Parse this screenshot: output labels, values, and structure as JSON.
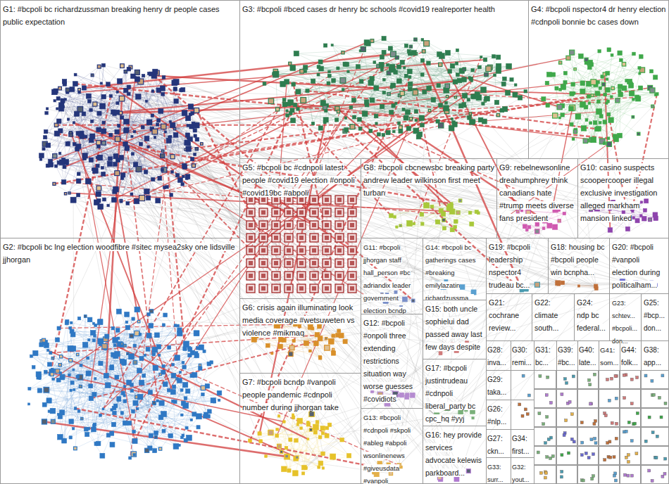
{
  "diagram": {
    "nodes": [
      {
        "text": [
          "G1: #bcpoli bc richardzussman breaking henry dr people cases public expectation"
        ]
      },
      {
        "text": [
          "G3: #bcpoli #bced cases dr henry bc schools #covid19 realreporter health"
        ]
      },
      {
        "text": [
          "G4: #bcpoli nspector4 dr henry election #cdnpoli bonnie bc cases down"
        ]
      },
      {
        "text": [
          "G2: #bcpoli bc lng election woodfibre #sitec mysea2sky one lidsville jjhorgan"
        ]
      },
      {
        "text": [
          "G5: #bcpoli bc #cdnpoli latest people #covid19 election #onpoli #covid19bc #abpoli"
        ]
      },
      {
        "text": [
          "G8: #bcpoli cbcnewsbc breaking party andrew leader wilkinson first meet turban"
        ]
      },
      {
        "text": [
          "G9: rebelnewsonline dreahumphrey think canadians hate #trump meets diverse fans president"
        ]
      },
      {
        "text": [
          "G10: casino suspects scoopercooper illegal exclusive investigation alleged markham mansion linked"
        ]
      },
      {
        "text": [
          "G6: crisis again illuminating look media coverage #wetsuweten vs violence #mikmaq"
        ]
      },
      {
        "text": [
          "G7: #bcpoli bcndp #vanpoli people pandemic #cdnpoli number during jjhorgan take"
        ]
      },
      {
        "text": [
          "G11: #bcpoli jjhorgan staff hall_person #bc adriandix leader government election bcndp"
        ]
      },
      {
        "text": [
          "G12: #bcpoli #onpoli three extending restrictions situation way worse guesses #covidiots"
        ]
      },
      {
        "text": [
          "G13: #bcpoli #cdnpoli #skpoli #ableg #abpoli wsonlinenews #giveusdata #vanpoli"
        ]
      },
      {
        "text": [
          "G14: #bcpoli bc gatherings cases #breaking emilylazatin richardzussma..."
        ]
      },
      {
        "text": [
          "G15: both uncle sophielui dad passed away last few days despite"
        ]
      },
      {
        "text": [
          "G17: #bcpoli justintrudeau #cdnpoli liberal_party bc cpc_hq #yyj"
        ]
      },
      {
        "text": [
          "G16: hey provide services advocate kelewis parkboard..."
        ]
      },
      {
        "text": [
          "G19: #bcpoli leadership nspector4 trudeau bc..."
        ]
      },
      {
        "text": [
          "G18: housing bc #bcpoli people win bcnpha..."
        ]
      },
      {
        "text": [
          "G20: #bcpoli #vanpoli election during politicalham..."
        ]
      },
      {
        "text": [
          "G21: cochrane review..."
        ]
      },
      {
        "text": [
          "G22: climate south..."
        ]
      },
      {
        "text": [
          "G24: ndp bc federal..."
        ]
      },
      {
        "text": [
          "G23: schtev... #bcpoli... don..."
        ]
      },
      {
        "text": [
          "G25: #bcp... don..."
        ]
      },
      {
        "text": [
          "G28: inva..."
        ]
      },
      {
        "text": [
          "G30: remi..."
        ]
      },
      {
        "text": [
          "G31: bc..."
        ]
      },
      {
        "text": [
          "G39: #bc..."
        ]
      },
      {
        "text": [
          "G40: late..."
        ]
      },
      {
        "text": [
          "G41: som..."
        ]
      },
      {
        "text": [
          "G44: folk..."
        ]
      },
      {
        "text": [
          "G38: app..."
        ]
      },
      {
        "text": [
          "G29: taka..."
        ]
      },
      {
        "text": [
          "G26: #nlp..."
        ]
      },
      {
        "text": [
          "G27: ckn..."
        ]
      },
      {
        "text": [
          "G33: surr..."
        ]
      },
      {
        "text": [
          "G34: first..."
        ]
      },
      {
        "text": [
          "G32: yout..."
        ]
      }
    ]
  }
}
